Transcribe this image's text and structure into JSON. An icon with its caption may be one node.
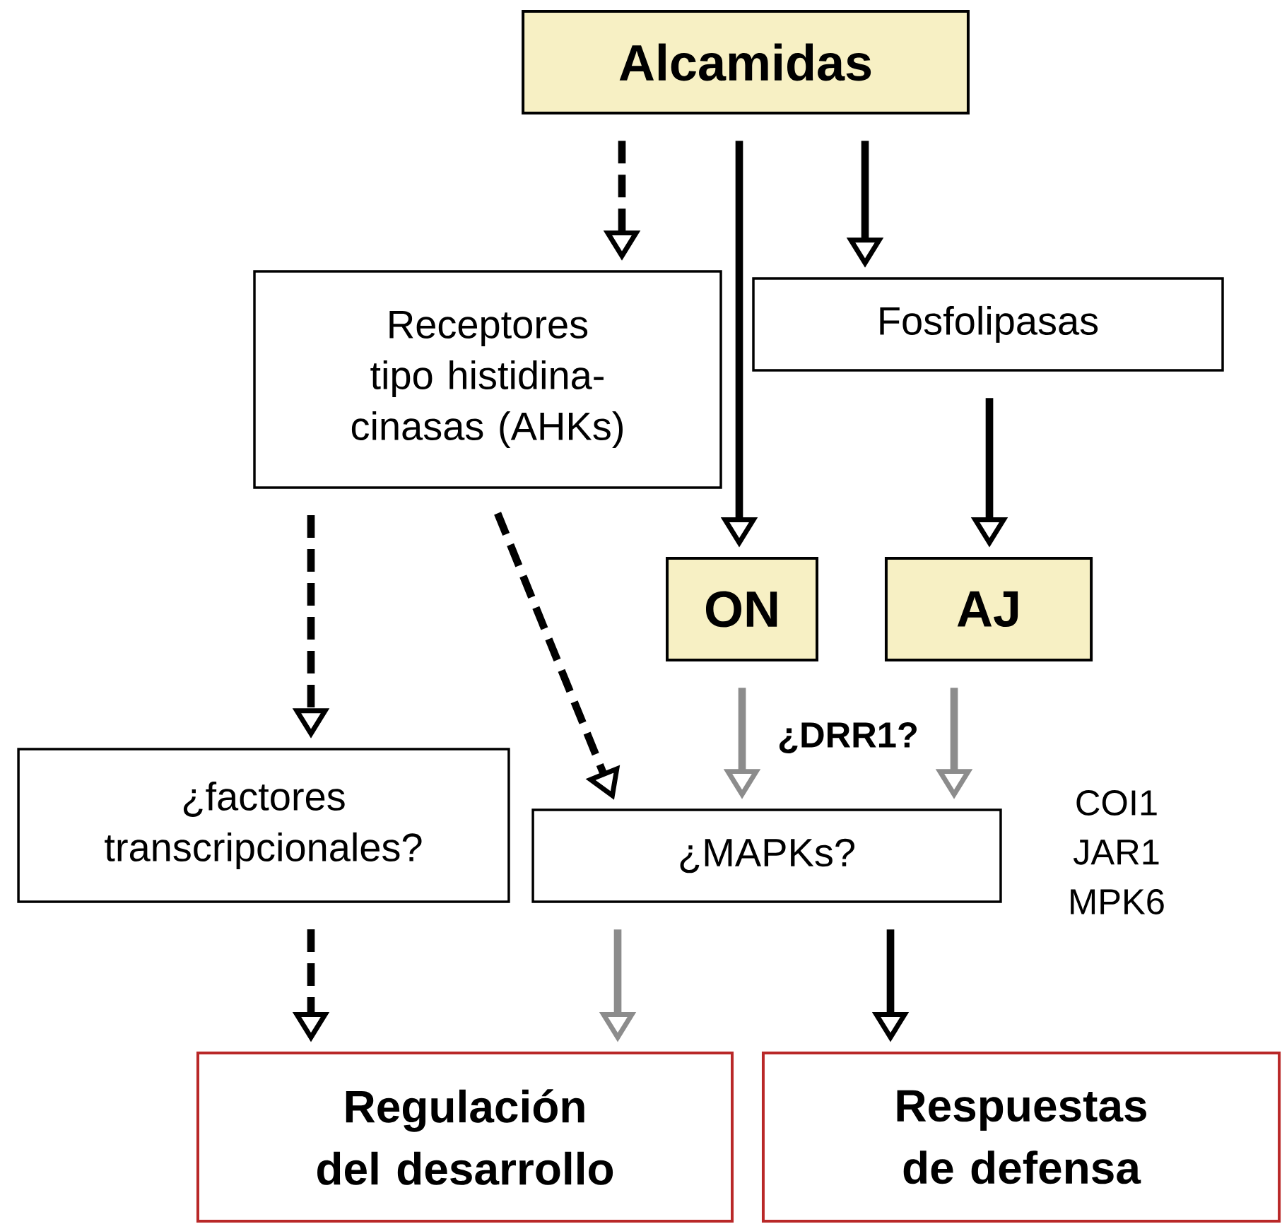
{
  "diagram": {
    "nodes": [
      {
        "text": [
          "Alcamidas"
        ]
      },
      {
        "text": [
          "Receptores tipo histidina-cinasas (AHKs)"
        ]
      },
      {
        "text": [
          "Fosfolipasas"
        ]
      },
      {
        "text": [
          "ON"
        ]
      },
      {
        "text": [
          "AJ"
        ]
      },
      {
        "text": [
          "¿factores transcripcionales?"
        ]
      },
      {
        "text": [
          "¿MAPKs?"
        ]
      },
      {
        "text": [
          "Regulación del desarrollo"
        ]
      },
      {
        "text": [
          "Respuestas de defensa"
        ]
      }
    ],
    "edges": [
      {
        "from": 0,
        "to": 1,
        "arrow": "to",
        "style": "dashed"
      },
      {
        "from": 0,
        "to": 3,
        "arrow": "to"
      },
      {
        "from": 0,
        "to": 2,
        "arrow": "to"
      },
      {
        "from": 2,
        "to": 4,
        "arrow": "to"
      },
      {
        "from": 1,
        "to": 5,
        "arrow": "to",
        "style": "dashed"
      },
      {
        "from": 1,
        "to": 6,
        "arrow": "to",
        "style": "dashed"
      },
      {
        "from": 3,
        "to": 6,
        "arrow": "to",
        "color": "#8c8c8c"
      },
      {
        "from": 4,
        "to": 6,
        "arrow": "to",
        "color": "#8c8c8c"
      },
      {
        "from": 5,
        "to": 7,
        "arrow": "to",
        "style": "dashed"
      },
      {
        "from": 6,
        "to": 7,
        "arrow": "to",
        "color": "#8c8c8c"
      },
      {
        "from": 6,
        "to": 8,
        "arrow": "to"
      }
    ],
    "labels": [
      "¿DRR1?",
      "COI1",
      "JAR1",
      "MPK6"
    ]
  }
}
